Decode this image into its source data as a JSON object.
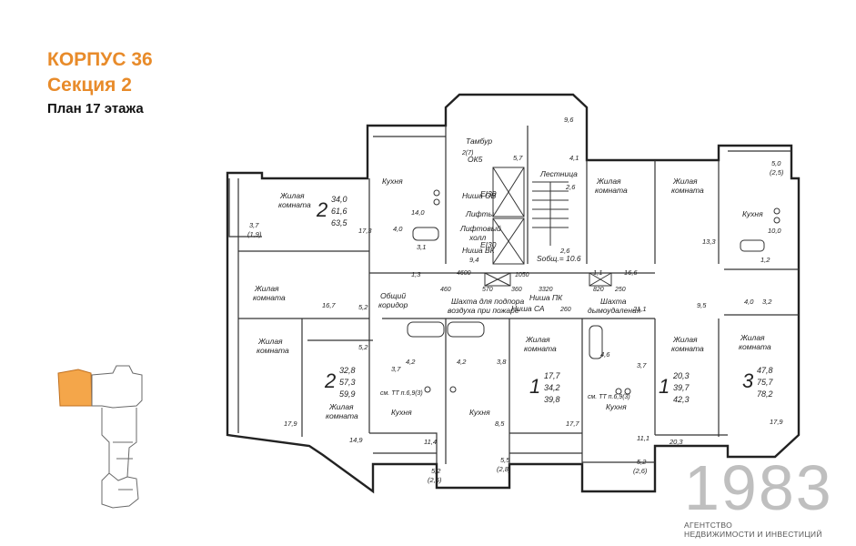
{
  "header": {
    "building": "КОРПУС 36",
    "section": "Секция 2",
    "floor_plan": "План 17 этажа"
  },
  "colors": {
    "accent": "#e88b2a",
    "highlight": "#f4a64a",
    "logo_gray": "#bfbfbf"
  },
  "rooms": {
    "zhilaya": "Жилая",
    "komnata": "комната",
    "kukhnya": "Кухня",
    "obshchiy": "Общий",
    "koridor": "коридор",
    "tambur": "Тамбур",
    "lestnitsa": "Лестница",
    "lifty": "Лифты",
    "liftovoy": "Лифтовый",
    "kholl": "холл",
    "nisha_vk": "Ниша ВК",
    "nisha_pk": "Ниша ПК",
    "nisha_sa": "Ниша СА",
    "nisha_ob": "Ниша ОВ",
    "shakhta1": "Шахта для подпора",
    "shakhta2": "воздуха при пожаре",
    "shakhta3": "Шахта",
    "shakhta4": "дымоудаления",
    "zona": "Sобщ.= 10.6",
    "ok5": "ОК5",
    "el30a": "EI30",
    "el30b": "EI30"
  },
  "apartments": [
    {
      "rooms": "2",
      "areas": [
        "34,0",
        "61,6",
        "63,5"
      ]
    },
    {
      "rooms": "2",
      "areas": [
        "32,8",
        "57,3",
        "59,9"
      ]
    },
    {
      "rooms": "1",
      "areas": [
        "17,7",
        "34,2",
        "39,8"
      ]
    },
    {
      "rooms": "1",
      "areas": [
        "20,3",
        "39,7",
        "42,3"
      ]
    },
    {
      "rooms": "3",
      "areas": [
        "47,8",
        "75,7",
        "78,2"
      ]
    }
  ],
  "areas": {
    "a1": "17,3",
    "a2": "14,0",
    "a3": "4,0",
    "a4": "3,1",
    "a5": "1,3",
    "a6": "3,7",
    "a7": "(1,9)",
    "a8": "16,7",
    "a9": "5,2",
    "a10": "9,4",
    "a11": "5,7",
    "a12": "4,1",
    "a13": "2,6",
    "a14": "2,6",
    "a15": "16,6",
    "a16": "13,3",
    "a17": "10,0",
    "a18": "1,2",
    "a19": "4,0",
    "a20": "3,2",
    "a21": "21,1",
    "a22": "9,5",
    "a23": "5,0",
    "a24": "(2,5)",
    "a25": "9,6",
    "a26": "17,9",
    "a27": "14,9",
    "a28": "5,2",
    "a29": "4,2",
    "a30": "3,7",
    "a31": "4,2",
    "a32": "3,8",
    "a33": "11,4",
    "a34": "8,5",
    "a35": "17,7",
    "a36": "4,6",
    "a37": "3,7",
    "a38": "11,1",
    "a39": "20,3",
    "a40": "17,9",
    "a41": "5,2",
    "a42": "(2,6)",
    "a43": "5,5",
    "a44": "(2,8)",
    "a45": "5,2",
    "a46": "(2,6)",
    "a47": "1,1"
  },
  "dims": {
    "d1": "460",
    "d2": "570",
    "d3": "360",
    "d4": "1050",
    "d5": "3320",
    "d6": "820",
    "d7": "250",
    "d8": "260",
    "d9": "2(7)",
    "d10": "4600"
  },
  "equipment": {
    "e1": "см. ТТ п.6,9(3)",
    "e2": "см. ТТ п.6,9(3)"
  },
  "logo": {
    "number": "1983",
    "line1": "АГЕНТСТВО",
    "line2": "НЕДВИЖИМОСТИ И ИНВЕСТИЦИЙ"
  }
}
